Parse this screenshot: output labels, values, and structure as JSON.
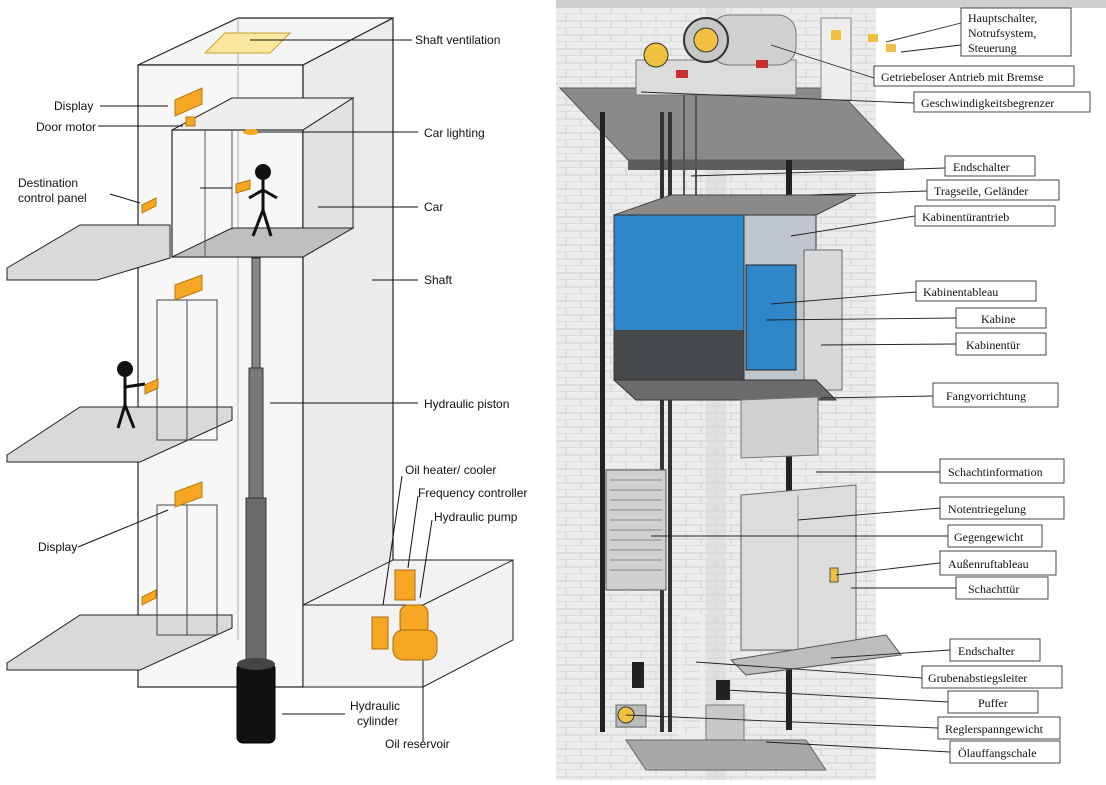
{
  "left_diagram": {
    "labels": {
      "shaft_ventilation": "Shaft ventilation",
      "display_top": "Display",
      "door_motor": "Door motor",
      "car_lighting": "Car lighting",
      "destination_control_panel_line1": "Destination",
      "destination_control_panel_line2": "control panel",
      "car": "Car",
      "shaft": "Shaft",
      "hydraulic_piston": "Hydraulic piston",
      "oil_heater_cooler": "Oil heater/ cooler",
      "frequency_controller": "Frequency controller",
      "hydraulic_pump": "Hydraulic pump",
      "display_bottom": "Display",
      "hydraulic_cylinder_line1": "Hydraulic",
      "hydraulic_cylinder_line2": "cylinder",
      "oil_reservoir": "Oil reservoir"
    }
  },
  "right_diagram": {
    "labels": {
      "hauptschalter_line1": "Hauptschalter,",
      "hauptschalter_line2": "Notrufsystem,",
      "hauptschalter_line3": "Steuerung",
      "getriebeloser_antrieb": "Getriebeloser Antrieb mit Bremse",
      "geschwindigkeitsbegrenzer": "Geschwindigkeitsbegrenzer",
      "endschalter_top": "Endschalter",
      "tragseile": "Tragseile, Geländer",
      "kabinentuerantrieb": "Kabinentürantrieb",
      "kabinentableau": "Kabinentableau",
      "kabine": "Kabine",
      "kabinentuer": "Kabinentür",
      "fangvorrichtung": "Fangvorrichtung",
      "schachtinformation": "Schachtinformation",
      "notentriegelung": "Notentriegelung",
      "gegengewicht": "Gegengewicht",
      "aussenruftableau": "Außenruftableau",
      "schachttuer": "Schachttür",
      "endschalter_bottom": "Endschalter",
      "grubenabstiegsleiter": "Grubenabstiegsleiter",
      "puffer": "Puffer",
      "reglerspanngewicht": "Reglerspanngewicht",
      "oelauffangschale": "Ölauffangschale"
    }
  },
  "colors": {
    "accent_orange": "#f5a623",
    "glass_blue": "#2f86c8",
    "wall_grey": "#e6e6e6",
    "slab_grey": "#8a8a8a"
  }
}
